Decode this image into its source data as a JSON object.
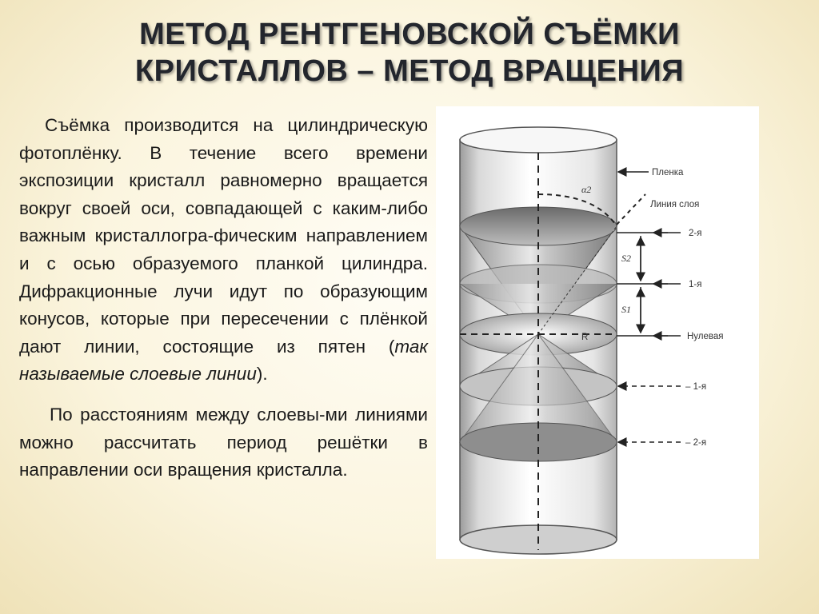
{
  "title": {
    "line1": "МЕТОД РЕНТГЕНОВСКОЙ СЪЁМКИ",
    "line2": "КРИСТАЛЛОВ – МЕТОД ВРАЩЕНИЯ"
  },
  "paragraph1": {
    "text": "Съёмка производится на цилиндрическую фотоплёнку. В течение всего времени экспозиции кристалл равномерно вращается вокруг своей оси, совпадающей с каким-либо важным кристаллогра-фическим направлением и с осью образуемого планкой цилиндра. Дифракционные лучи идут по образующим конусов, которые при пересечении с плёнкой дают линии, состоящие из пятен (",
    "italic": "так называемые слоевые линии",
    "after": ")."
  },
  "paragraph2": {
    "text": "По расстояниям между слоевы-ми линиями можно рассчитать период решётки в направлении оси вращения кристалла."
  },
  "diagram": {
    "labels": {
      "film": "Пленка",
      "layer_line": "Линия слоя",
      "layer_2": "2-я",
      "layer_1": "1-я",
      "layer_0": "Нулевая",
      "layer_m1": "– 1-я",
      "layer_m2": "– 2-я",
      "angle": "α2",
      "s2": "S2",
      "s1": "S1",
      "r": "R"
    }
  }
}
